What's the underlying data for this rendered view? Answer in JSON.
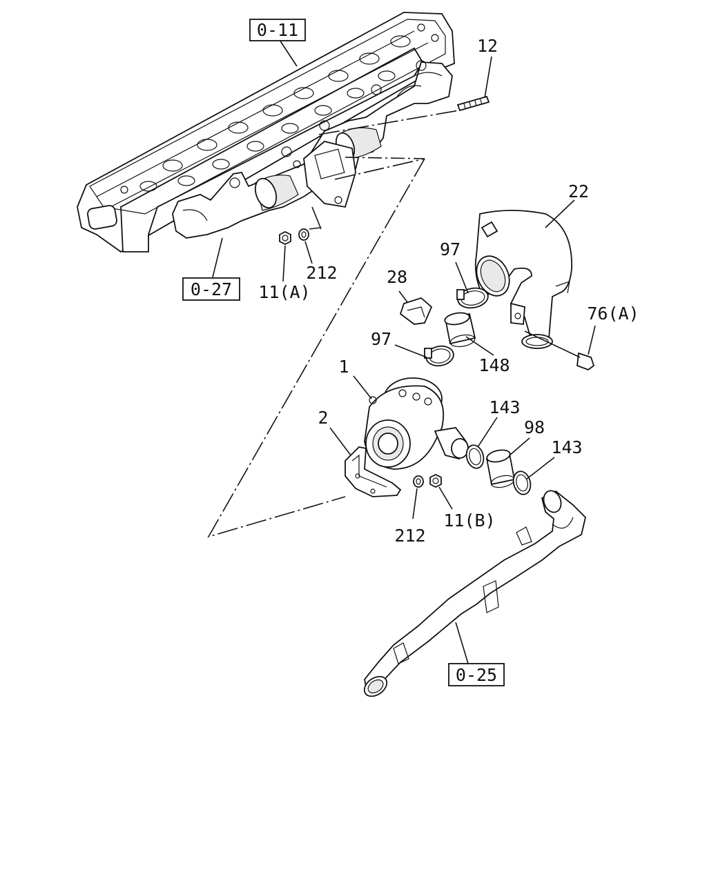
{
  "callouts": {
    "ref_0_11": "0-11",
    "ref_0_27": "0-27",
    "ref_0_25": "0-25",
    "p12": "12",
    "p22": "22",
    "p97_top": "97",
    "p28": "28",
    "p212_top": "212",
    "p11a": "11(A)",
    "p76a": "76(A)",
    "p97_mid": "97",
    "p148": "148",
    "p1": "1",
    "p2": "2",
    "p143_left": "143",
    "p98": "98",
    "p143_right": "143",
    "p212_bottom": "212",
    "p11b": "11(B)"
  }
}
